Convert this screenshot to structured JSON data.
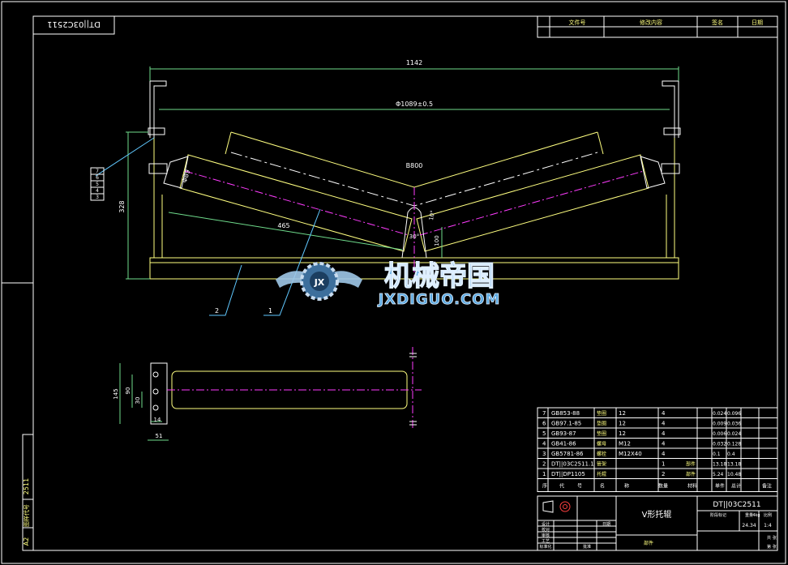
{
  "drawing": {
    "code_box": "DT||03C2511",
    "title_cn": "V形托辊",
    "drawing_no": "DT||03C2511",
    "scale": "1:4",
    "weight": "24.34",
    "weight_unit": "4kg",
    "part_label": "部件",
    "side_code": "2511",
    "side_caption": "图样代号",
    "a2": "A2"
  },
  "revision_header": [
    "文件号",
    "修改内容",
    "签名",
    "日期"
  ],
  "dimensions": {
    "overall_width": "1142",
    "mount_spacing": "Φ1089±0.5",
    "belt_width": "B800",
    "roller_diameter": "Φ89",
    "height": "328",
    "roller_length": "465",
    "center_height": "100",
    "angle_top": "10°",
    "angle_bottom": "30°",
    "side_h145": "145",
    "side_90": "90",
    "side_30": "30",
    "side_14": "14",
    "side_51": "51",
    "weld_stack": [
      "7",
      "6",
      "5",
      "4",
      "3"
    ]
  },
  "leaders": [
    "2",
    "1"
  ],
  "bom": [
    {
      "no": "7",
      "code": "GB853-88",
      "name": "垫圈",
      "spec": "12",
      "qty": "4",
      "unit": "0.024",
      "total": "0.096"
    },
    {
      "no": "6",
      "code": "GB97.1-85",
      "name": "垫圈",
      "spec": "12",
      "qty": "4",
      "unit": "0.009",
      "total": "0.036"
    },
    {
      "no": "5",
      "code": "GB93-87",
      "name": "垫圈",
      "spec": "12",
      "qty": "4",
      "unit": "0.006",
      "total": "0.024"
    },
    {
      "no": "4",
      "code": "GB41-86",
      "name": "螺母",
      "spec": "M12",
      "qty": "4",
      "unit": "0.032",
      "total": "0.128"
    },
    {
      "no": "3",
      "code": "GB5781-86",
      "name": "螺栓",
      "spec": "M12X40",
      "qty": "4",
      "unit": "0.1",
      "total": "0.4"
    },
    {
      "no": "2",
      "code": "DT||03C2511.1",
      "name": "管架",
      "spec": "",
      "qty": "1",
      "unit": "13.18",
      "total": "13.18",
      "note": "部件"
    },
    {
      "no": "1",
      "code": "DT||DP1105",
      "name": "托辊",
      "spec": "",
      "qty": "2",
      "unit": "5.24",
      "total": "10.48",
      "note": "部件"
    }
  ],
  "bom_header": [
    "序",
    "代",
    "号",
    "名",
    "称",
    "数量",
    "材料",
    "单件",
    "总计",
    "备注"
  ],
  "title_block": {
    "cells": [
      "设计",
      "校对",
      "审核",
      "工艺",
      "标准化",
      "批准",
      "日期"
    ],
    "stage_header": [
      "阶段标记",
      "重量",
      "比例"
    ],
    "sheet": [
      "共",
      "张",
      "第",
      "张"
    ]
  },
  "watermark": {
    "logo_letters": "JX",
    "cn": "机械帝国",
    "en": "JXDIGUO.COM"
  },
  "colors": {
    "frame": "#ffffff",
    "outline": "#ffff80",
    "dimension": "#6fdc8c",
    "centerline": "#ff3cff",
    "leader": "#60c8ff",
    "brand": "#5aa8e0"
  }
}
